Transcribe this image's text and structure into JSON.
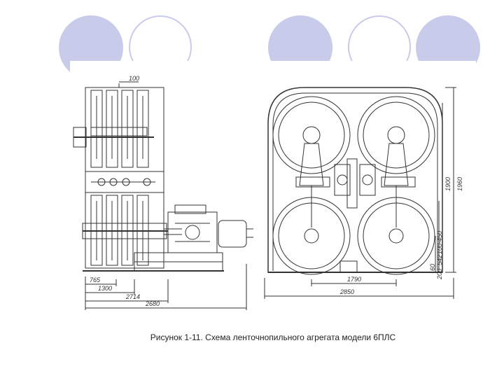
{
  "slide": {
    "caption": "Рисунок 1-11. Схема ленточнопильного агрегата модели 6ПЛС"
  },
  "decor": {
    "circle_color": "#c9cbea",
    "circles": [
      "filled",
      "outline",
      "filled",
      "outline",
      "filled"
    ]
  },
  "dimensions": {
    "side_top": "100",
    "side_d1": "765",
    "side_d2": "1300",
    "side_d3": "2714",
    "side_d4": "2680",
    "front_w1": "1790",
    "front_w2": "2850",
    "front_h1": "1900",
    "front_h2": "1960",
    "front_h3": "100-450",
    "front_h4": "542",
    "front_h5": "60",
    "front_h6": "200"
  }
}
